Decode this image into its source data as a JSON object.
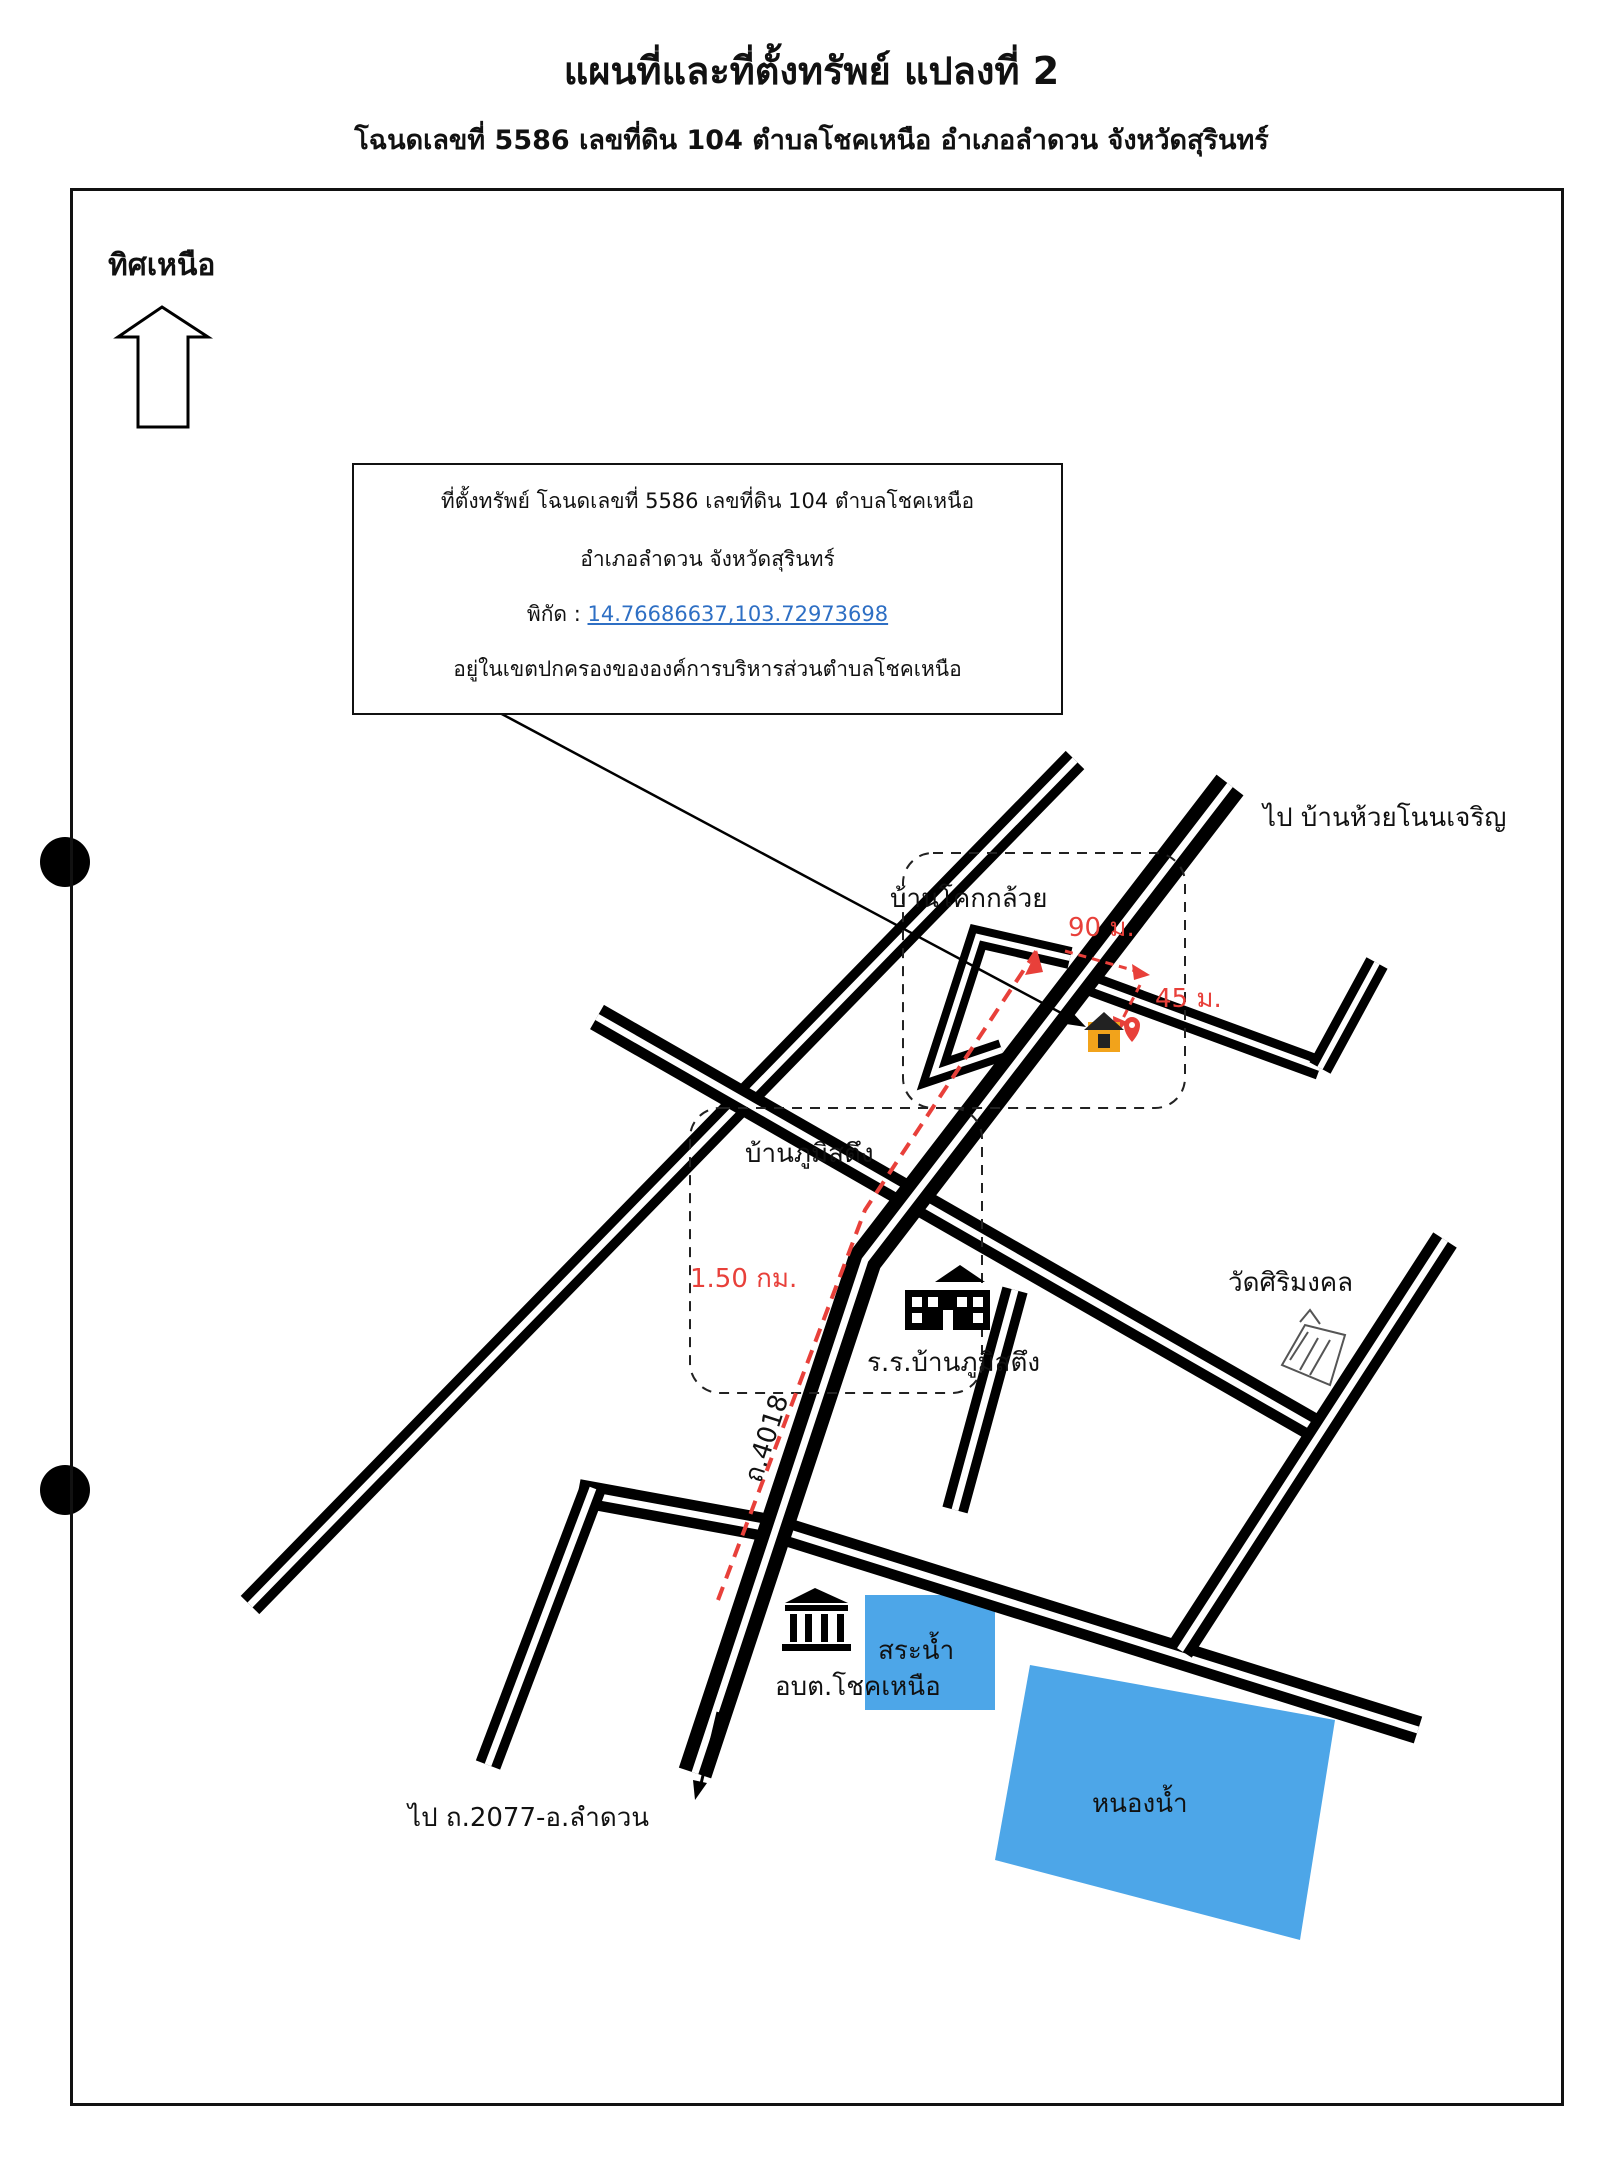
{
  "title": "แผนที่และที่ตั้งทรัพย์ แปลงที่ 2",
  "subtitle": "โฉนดเลขที่ 5586 เลขที่ดิน 104 ตำบลโชคเหนือ อำเภอลำดวน จังหวัดสุรินทร์",
  "north": {
    "label": "ทิศเหนือ",
    "icon": "north-arrow-icon"
  },
  "info_box": {
    "line1": "ที่ตั้งทรัพย์ โฉนดเลขที่ 5586 เลขที่ดิน 104  ตำบลโชคเหนือ",
    "line2": "อำเภอลำดวน จังหวัดสุรินทร์",
    "coord_label": "พิกัด : ",
    "coord_value": "14.76686637,103.72973698",
    "line4": "อยู่ในเขตปกครองขององค์การบริหารส่วนตำบลโชคเหนือ"
  },
  "labels": {
    "to_north": "ไป บ้านห้วยโนนเจริญ",
    "village_1": "บ้านโคกกล้วย",
    "village_2": "บ้านภูมิสตึง",
    "dist_90": "90 ม.",
    "dist_45": "45 ม.",
    "dist_150": "1.50 กม.",
    "temple": "วัดศิริมงคล",
    "school": "ร.ร.บ้านภูมิสตึง",
    "road_no": "ถ.4018",
    "pond": "สระน้ำ",
    "office": "อบต.โชคเหนือ",
    "lake": "หนองน้ำ",
    "to_south": "ไป ถ.2077-อ.ลำดวน"
  },
  "colors": {
    "water": "#4da6e8",
    "route": "#e8403a",
    "road": "#000000",
    "link": "#2e6fc4"
  },
  "icons": [
    "house-marker-icon",
    "location-pin-icon",
    "school-icon",
    "temple-icon",
    "government-office-icon"
  ]
}
